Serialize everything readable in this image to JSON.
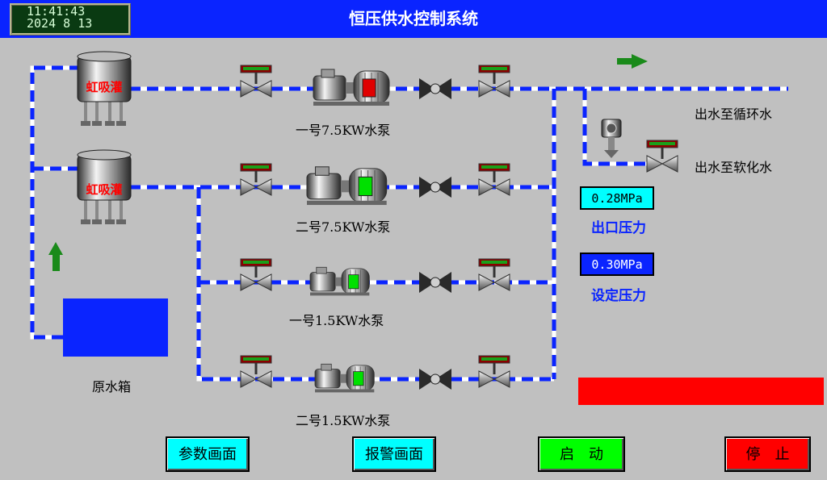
{
  "header": {
    "title": "恒压供水控制系统",
    "time": "11:41:43",
    "date": "2024 8   13"
  },
  "tanks": {
    "tank1_label": "虹吸灌",
    "tank2_label": "虹吸灌",
    "raw_tank_label": "原水箱"
  },
  "pumps": {
    "pump1": "一号7.5KW水泵",
    "pump2": "二号7.5KW水泵",
    "pump3": "一号1.5KW水泵",
    "pump4": "二号1.5KW水泵"
  },
  "outlets": {
    "circulation": "出水至循环水",
    "softening": "出水至软化水"
  },
  "pressure": {
    "outlet_value": "0.28MPa",
    "outlet_label": "出口压力",
    "setpoint_value": "0.30MPa",
    "setpoint_label": "设定压力"
  },
  "buttons": {
    "params": "参数画面",
    "alarm": "报警画面",
    "start": "启　动",
    "stop": "停　止"
  },
  "colors": {
    "pipe": "#0a24ff",
    "motor_running": "#00e000",
    "motor_stopped": "#e00000",
    "outlet_box": "#00ffff",
    "setpoint_box": "#0a24ff"
  },
  "motor_states": [
    "stopped",
    "running",
    "running",
    "running"
  ]
}
